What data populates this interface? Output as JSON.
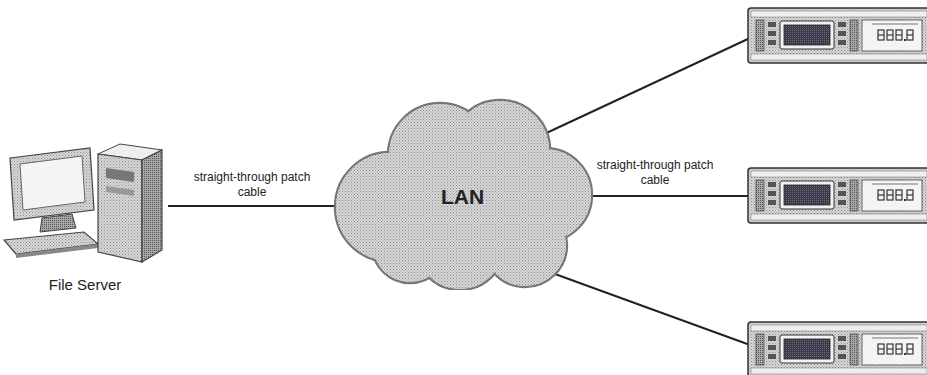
{
  "diagram": {
    "nodes": [
      {
        "text": [
          "File Server"
        ]
      },
      {
        "text": [
          "LAN"
        ]
      }
    ],
    "edges": [
      {
        "from": 0,
        "to": 1,
        "arrow": "none",
        "label": "straight-through patch cable"
      }
    ],
    "labels": [
      "straight-through patch cable"
    ]
  }
}
